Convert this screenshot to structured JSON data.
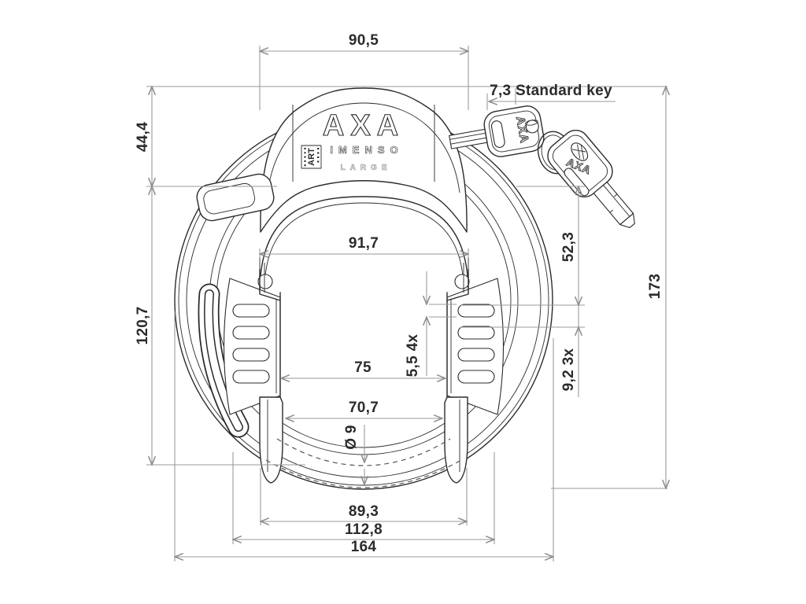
{
  "drawing": {
    "product": {
      "brand": "AXA",
      "model": "IMENSO",
      "size": "LARGE",
      "certification": "ART",
      "key1_brand": "AXA",
      "key2_brand": "AXA"
    },
    "dimensions": {
      "top_width": "90,5",
      "upper_left_height": "44,4",
      "key_note": "7,3 Standard key",
      "inner_width": "91,7",
      "left_height": "120,7",
      "right_upper_height": "52,3",
      "slot_height": "5,5 4x",
      "slot_pitch": "9,2 3x",
      "total_height": "173",
      "jaw_inner_width": "75",
      "bottom_gap_width": "70,7",
      "shackle_diameter": "Ø 9",
      "bottom_inner_width": "89,3",
      "bottom_outer_width": "112,8",
      "total_width": "164"
    },
    "colors": {
      "background": "#ffffff",
      "artwork_line": "#2b2b2b",
      "dimension_line": "#9a9a9a",
      "dimension_text": "#2b2b2b"
    }
  }
}
